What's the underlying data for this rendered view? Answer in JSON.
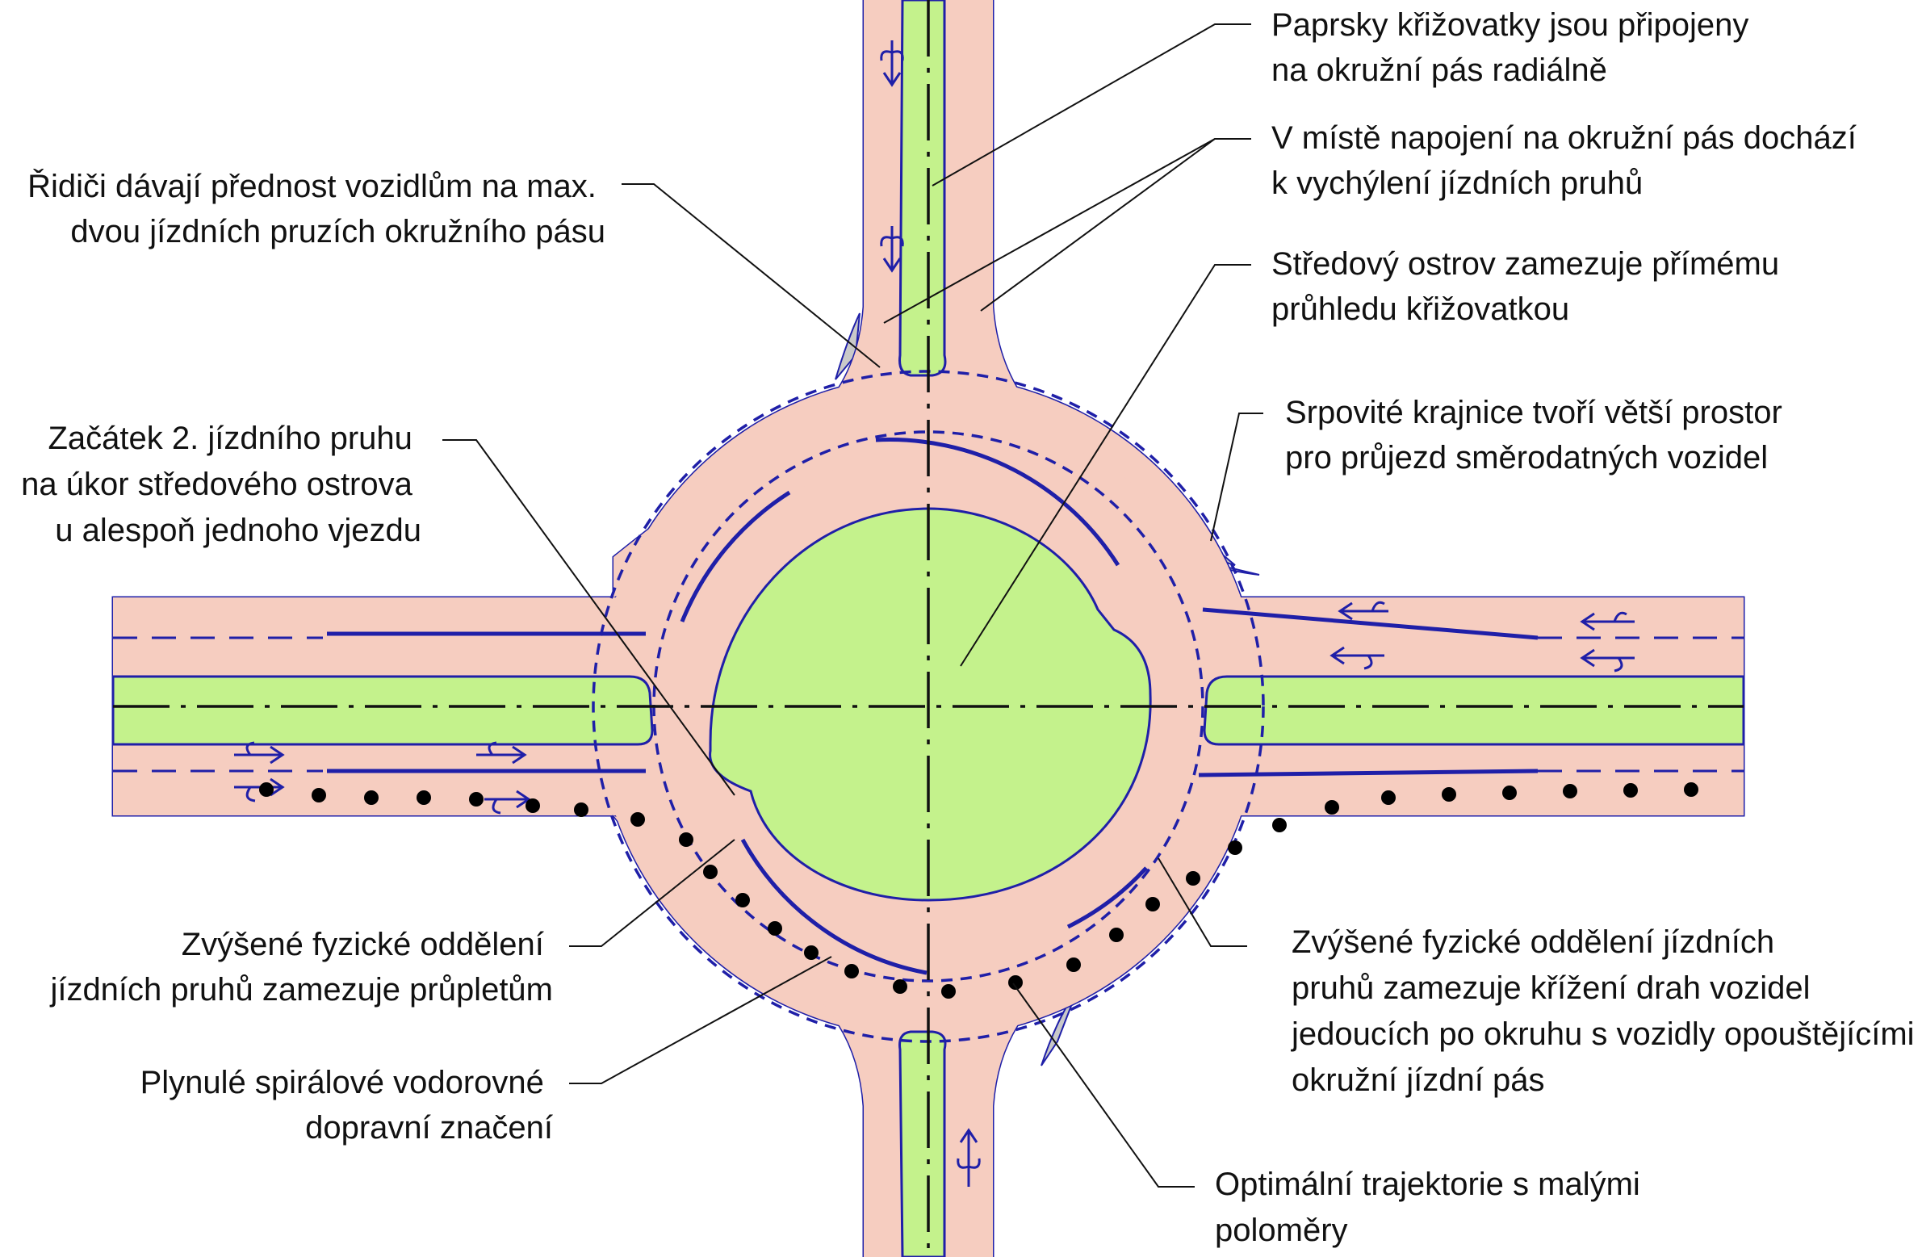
{
  "colors": {
    "road": "#f6cdc0",
    "island": "#c4f28c",
    "edge": "#1f1fa8",
    "shoulder": "#c9c9c9",
    "axis": "#111111",
    "dots": "#000000",
    "leader": "#111111"
  },
  "annotations": {
    "a1": {
      "lines": [
        "Paprsky křižovatky jsou připojeny",
        "na okružní pás radiálně"
      ]
    },
    "a2": {
      "lines": [
        "V místě napojení na okružní pás dochází",
        "k vychýlení jízdních pruhů"
      ]
    },
    "a3": {
      "lines": [
        "Středový ostrov zamezuje přímému",
        "průhledu křižovatkou"
      ]
    },
    "a4": {
      "lines": [
        "Srpovité krajnice tvoří větší prostor",
        "pro průjezd směrodatných vozidel"
      ]
    },
    "a5": {
      "lines": [
        "Řidiči dávají přednost vozidlům na max.",
        "dvou jízdních pruzích okružního pásu"
      ]
    },
    "a6": {
      "lines": [
        "Začátek 2. jízdního pruhu",
        "na úkor středového ostrova",
        "u alespoň jednoho vjezdu"
      ]
    },
    "a7": {
      "lines": [
        "Zvýšené fyzické oddělení",
        "jízdních pruhů zamezuje průpletům"
      ]
    },
    "a8": {
      "lines": [
        "Plynulé spirálové vodorovné",
        "dopravní značení"
      ]
    },
    "a9": {
      "lines": [
        "Zvýšené fyzické oddělení jízdních",
        "pruhů zamezuje křížení drah vozidel",
        "jedoucích po okruhu s vozidly opouštějícími",
        "okružní jízdní pás"
      ]
    },
    "a10": {
      "lines": [
        "Optimální trajektorie s malými",
        "poloměry"
      ]
    }
  }
}
